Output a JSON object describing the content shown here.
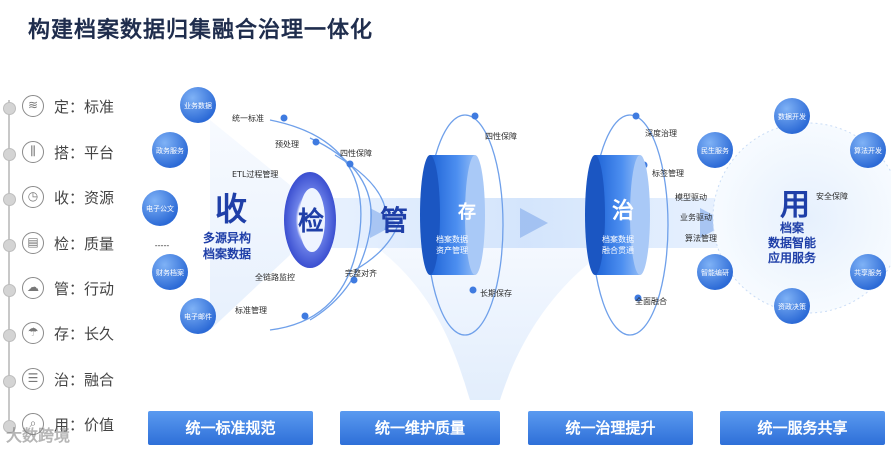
{
  "title": "构建档案数据归集融合治理一体化",
  "sidebar": {
    "items": [
      {
        "label": "定：标准",
        "icon": "stack-layers-icon"
      },
      {
        "label": "搭：平台",
        "icon": "platform-icon"
      },
      {
        "label": "收：资源",
        "icon": "clock-icon"
      },
      {
        "label": "检：质量",
        "icon": "document-check-icon"
      },
      {
        "label": "管：行动",
        "icon": "cloud-icon"
      },
      {
        "label": "存：长久",
        "icon": "umbrella-icon"
      },
      {
        "label": "治：融合",
        "icon": "list-icon"
      },
      {
        "label": "用：价值",
        "icon": "search-icon"
      }
    ]
  },
  "sources": [
    "业务数据",
    "政务服务",
    "电子公文",
    "-----",
    "财务档案",
    "电子邮件"
  ],
  "stages": {
    "collect": {
      "char": "收",
      "sub1": "多源异构",
      "sub2": "档案数据"
    },
    "check": {
      "char": "检"
    },
    "manage": {
      "char": "管"
    },
    "store": {
      "char": "存",
      "sub1": "档案数据",
      "sub2": "资产管理"
    },
    "govern": {
      "char": "治",
      "sub1": "档案数据",
      "sub2": "融合贯通"
    },
    "use": {
      "char": "用",
      "sub1": "档案",
      "sub2": "数据智能",
      "sub3": "应用服务"
    }
  },
  "labels": {
    "l1": "统一标准",
    "l2": "预处理",
    "l3": "ETL过程管理",
    "l4": "全链路监控",
    "l5": "标准管理",
    "l6": "四性保障",
    "l7": "完整对齐",
    "l8": "四性保障",
    "l9": "长期保存",
    "l10": "深度治理",
    "l11": "标签管理",
    "l12": "模型驱动",
    "l13": "业务驱动",
    "l14": "算法管理",
    "l15": "全面融合",
    "l16": "安全保障"
  },
  "services": [
    "数据开发",
    "民生服务",
    "算法开发",
    "智能编研",
    "共享服务",
    "资政决策"
  ],
  "bottom": [
    "统一标准规范",
    "统一维护质量",
    "统一治理提升",
    "统一服务共享"
  ],
  "watermark": "大数跨境",
  "colors": {
    "accent": "#2e6fd8",
    "dark": "#1f2d4d"
  }
}
